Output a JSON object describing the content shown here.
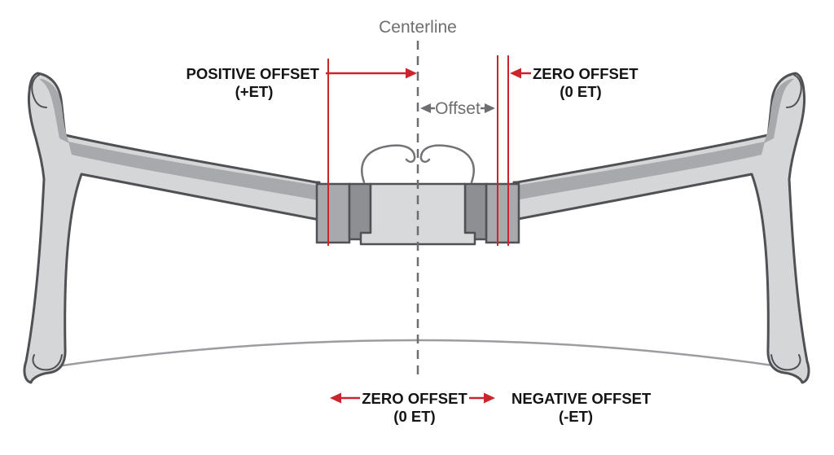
{
  "colors": {
    "annotation_red": "#c9252b",
    "muted_gray_text": "#6d6e71",
    "label_black": "#141414",
    "wheel_outline": "#4f5155",
    "wheel_fill_light": "#d5d6d8",
    "wheel_fill_mid": "#a7a9ac",
    "wheel_fill_dark": "#8d8f93",
    "background": "#ffffff"
  },
  "annotations": {
    "centerline": {
      "label": "Centerline"
    },
    "offset": {
      "label": "Offset"
    },
    "positive_offset": {
      "line1": "POSITIVE OFFSET",
      "line2": "(+ET)"
    },
    "zero_offset_top": {
      "line1": "ZERO OFFSET",
      "line2": "(0 ET)"
    },
    "zero_offset_bottom": {
      "line1": "ZERO OFFSET",
      "line2": "(0 ET)"
    },
    "negative_offset": {
      "line1": "NEGATIVE OFFSET",
      "line2": "(-ET)"
    }
  }
}
